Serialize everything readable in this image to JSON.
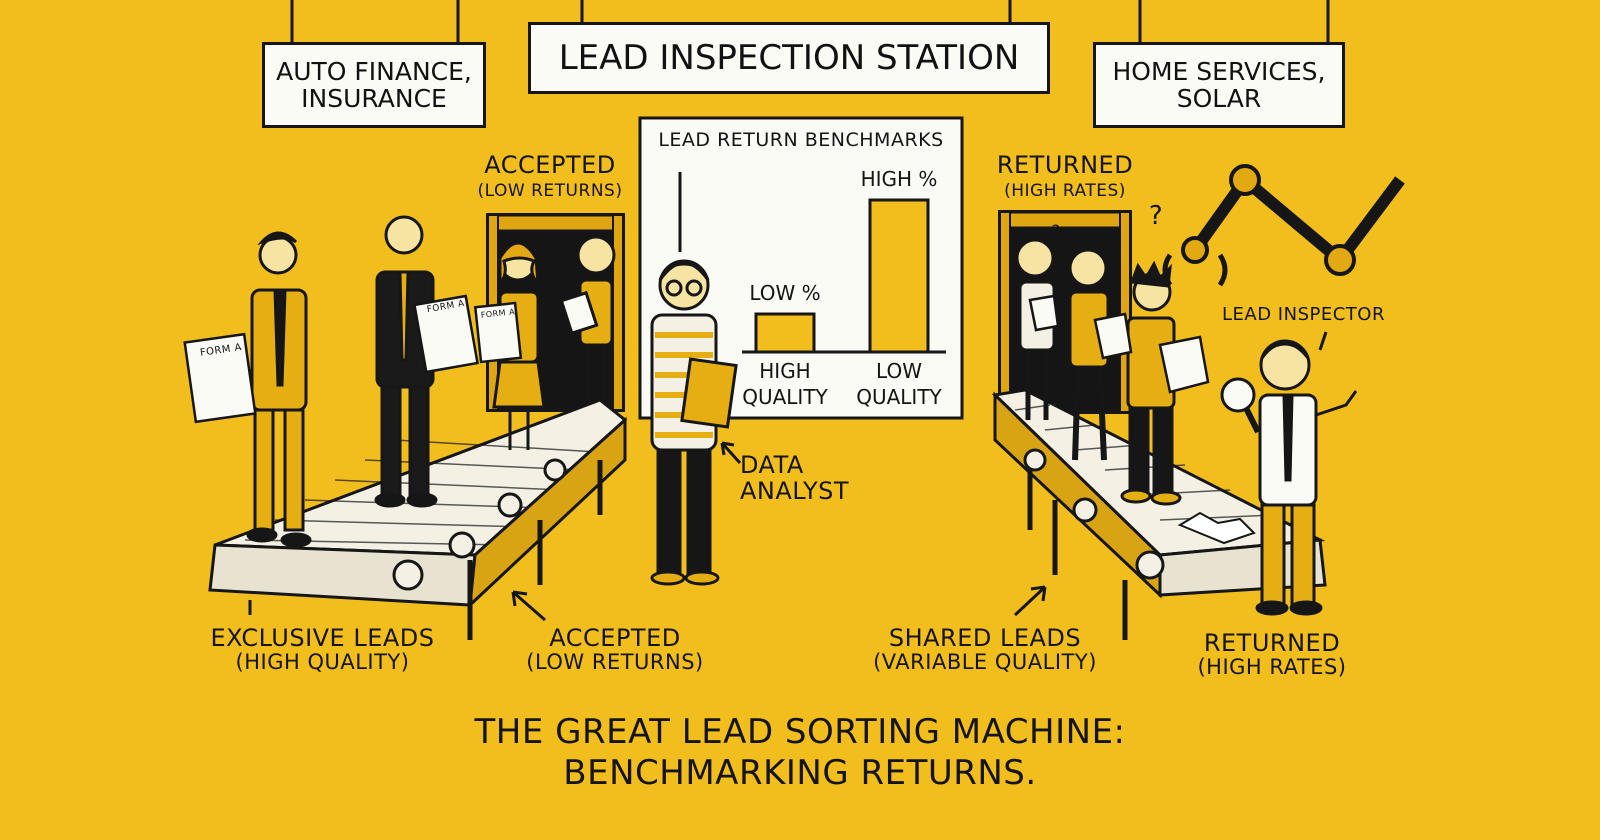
{
  "signs": {
    "left": [
      "AUTO FINANCE,",
      "INSURANCE"
    ],
    "center": "LEAD INSPECTION STATION",
    "right": [
      "HOME SERVICES,",
      "SOLAR"
    ]
  },
  "doors": {
    "left": {
      "title": "ACCEPTED",
      "subtitle": "(LOW RETURNS)"
    },
    "right": {
      "title": "RETURNED",
      "subtitle": "(HIGH RATES)"
    }
  },
  "forms": {
    "label": "FORM A"
  },
  "marks": {
    "question": "?",
    "exclaim": "!"
  },
  "chart_data": {
    "type": "bar",
    "title": "LEAD RETURN BENCHMARKS",
    "categories": [
      [
        "HIGH",
        "QUALITY"
      ],
      [
        "LOW",
        "QUALITY"
      ]
    ],
    "data_labels": [
      "LOW %",
      "HIGH %"
    ],
    "values": [
      1,
      4
    ],
    "xlabel": "",
    "ylabel": "",
    "grid": false,
    "bar_color": "#F2BE1E"
  },
  "labels": {
    "data_analyst": [
      "DATA",
      "ANALYST"
    ],
    "lead_inspector": "LEAD INSPECTOR",
    "exclusive": [
      "EXCLUSIVE LEADS",
      "(HIGH QUALITY)"
    ],
    "accepted_bottom": [
      "ACCEPTED",
      "(LOW RETURNS)"
    ],
    "shared": [
      "SHARED LEADS",
      "(VARIABLE QUALITY)"
    ],
    "returned_bottom": [
      "RETURNED",
      "(HIGH RATES)"
    ]
  },
  "caption": [
    "THE GREAT LEAD SORTING MACHINE:",
    "BENCHMARKING RETURNS."
  ],
  "colors": {
    "background": "#F2BE1E",
    "ink": "#141414",
    "paper": "#FBFBF6",
    "suit_dark": "#1A1A1A",
    "suit_gold": "#E5AE12"
  }
}
